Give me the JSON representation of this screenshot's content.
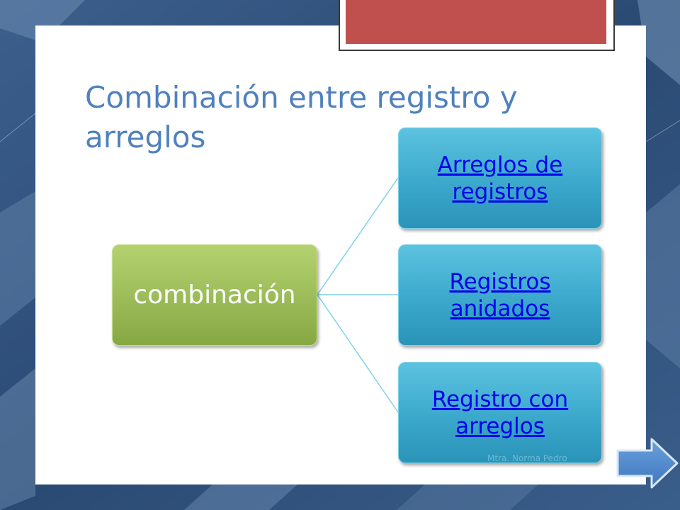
{
  "slide": {
    "title": "Combinación entre registro y arreglos"
  },
  "diagram": {
    "root": {
      "label": "combinación",
      "color": "#9bbb59"
    },
    "children": [
      {
        "label": "Arreglos de registros"
      },
      {
        "label": "Registros anidados"
      },
      {
        "label": "Registro con arreglos"
      }
    ],
    "child_color": "#3ba8cc",
    "connector_color": "#7fd2ea",
    "link_color": "#0000ee"
  },
  "footer": {
    "watermark": "Mtra. Norma Pedro"
  },
  "colors": {
    "title": "#4f81bd",
    "accent_red": "#c0504d",
    "background": "#2f4f78"
  },
  "icons": {
    "next": "next-arrow-icon"
  }
}
